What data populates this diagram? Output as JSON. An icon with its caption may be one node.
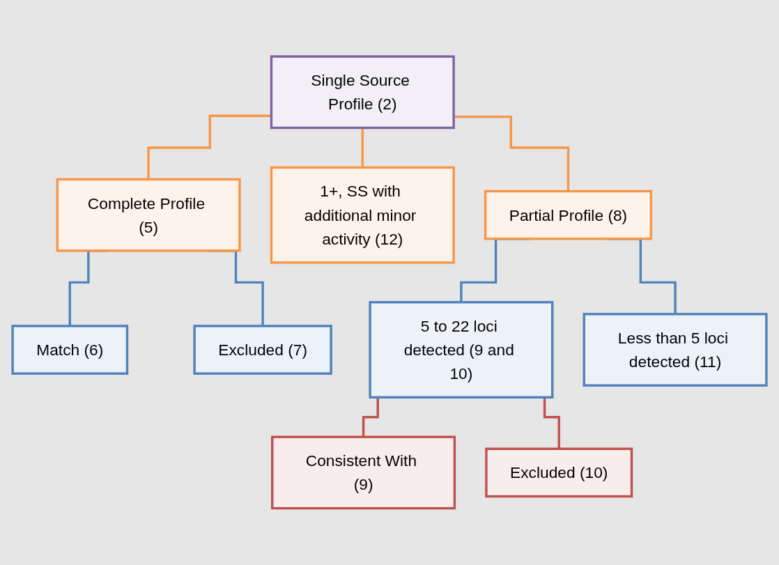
{
  "diagram": {
    "nodes": [
      {
        "text": [
          "Single Source Profile (2)"
        ]
      },
      {
        "text": [
          "Complete Profile (5)"
        ]
      },
      {
        "text": [
          "1+, SS with additional minor activity (12)"
        ]
      },
      {
        "text": [
          "Partial Profile (8)"
        ]
      },
      {
        "text": [
          "Match (6)"
        ]
      },
      {
        "text": [
          "Excluded (7)"
        ]
      },
      {
        "text": [
          "5 to 22 loci detected (9 and 10)"
        ]
      },
      {
        "text": [
          "Less than 5 loci detected (11)"
        ]
      },
      {
        "text": [
          "Consistent With (9)"
        ]
      },
      {
        "text": [
          "Excluded (10)"
        ]
      }
    ],
    "edges": [
      {
        "from": 0,
        "to": 1,
        "arrow": "none",
        "color": "#f79646"
      },
      {
        "from": 0,
        "to": 2,
        "arrow": "none",
        "color": "#f79646"
      },
      {
        "from": 0,
        "to": 3,
        "arrow": "none",
        "color": "#f79646"
      },
      {
        "from": 1,
        "to": 4,
        "arrow": "none"
      },
      {
        "from": 1,
        "to": 5,
        "arrow": "none"
      },
      {
        "from": 3,
        "to": 6,
        "arrow": "none"
      },
      {
        "from": 3,
        "to": 7,
        "arrow": "none"
      },
      {
        "from": 6,
        "to": 8,
        "arrow": "none",
        "color": "#c0504d"
      },
      {
        "from": 6,
        "to": 9,
        "arrow": "none",
        "color": "#c0504d"
      }
    ]
  }
}
